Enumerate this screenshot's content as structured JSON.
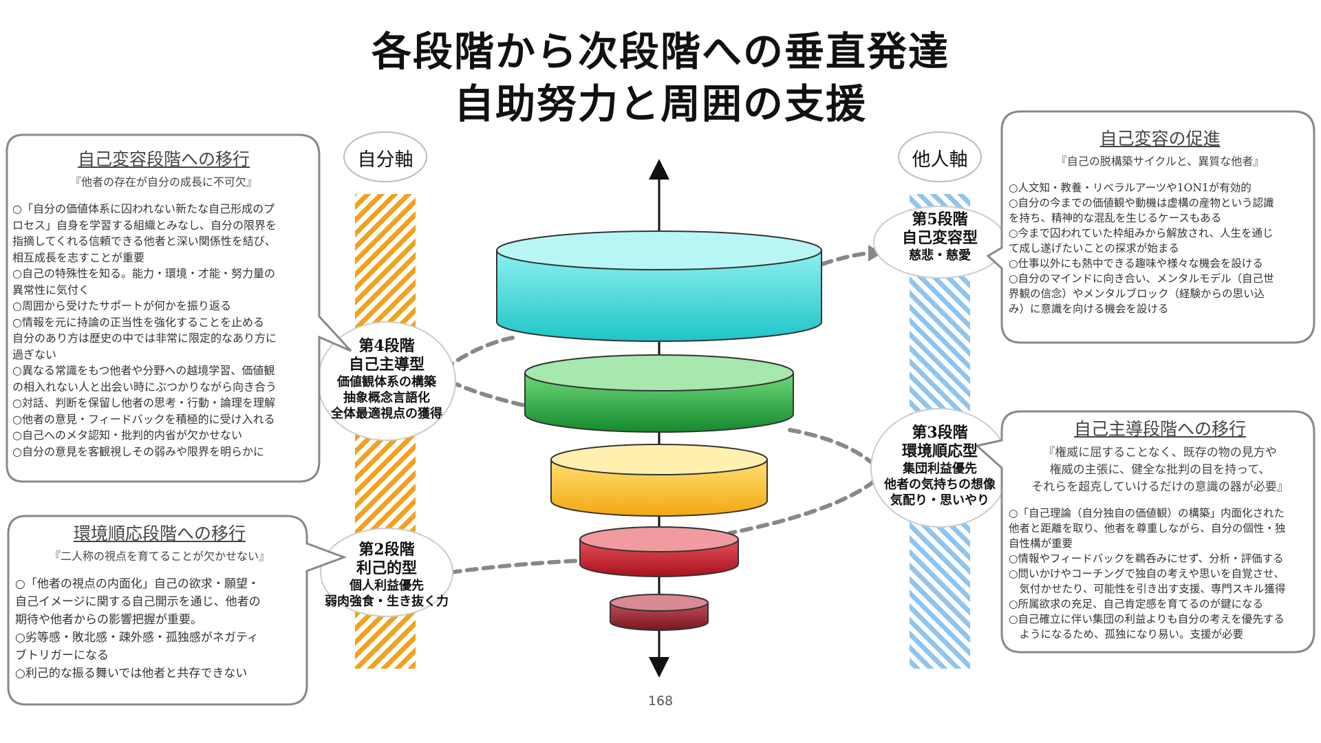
{
  "title": {
    "line1": "各段階から次段階への垂直発達",
    "line2": "自助努力と周囲の支援"
  },
  "axes": {
    "left": "自分軸",
    "right": "他人軸"
  },
  "colors": {
    "left_stripe": "#f0a21e",
    "right_stripe": "#8fc4ee",
    "disc1": "#3fd6d6",
    "disc2": "#22a83c",
    "disc3": "#f7c21e",
    "disc4": "#c8202c",
    "disc5": "#9a1e2a"
  },
  "stages": {
    "stage5": {
      "name": "第5段階",
      "type": "自己変容型",
      "lines": [
        "慈悲・慈愛"
      ]
    },
    "stage4": {
      "name": "第4段階",
      "type": "自己主導型",
      "lines": [
        "価値観体系の構築",
        "抽象概念言語化",
        "全体最適視点の獲得"
      ]
    },
    "stage3": {
      "name": "第3段階",
      "type": "環境順応型",
      "lines": [
        "集団利益優先",
        "他者の気持ちの想像",
        "気配り・思いやり"
      ]
    },
    "stage2": {
      "name": "第2段階",
      "type": "利己的型",
      "lines": [
        "個人利益優先",
        "弱肉強食・生き抜く力"
      ]
    }
  },
  "boxes": {
    "self_directed_transition": {
      "heading": "自己変容段階への移行",
      "quote": "『他者の存在が自分の成長に不可欠』",
      "items": [
        "○「自分の価値体系に囚われない新たな自己形成のプ",
        "ロセス」自身を学習する組織とみなし、自分の限界を",
        "指摘してくれる信頼できる他者と深い関係性を結び、",
        "相互成長を志すことが重要",
        "○自己の特殊性を知る。能力・環境・才能・努力量の",
        "異常性に気付く",
        "○周囲から受けたサポートが何かを振り返る",
        "○情報を元に持論の正当性を強化することを止める",
        "自分のあり方は歴史の中では非常に限定的なあり方に",
        "過ぎない",
        "○異なる常識をもつ他者や分野への越境学習、価値観",
        "の相入れない人と出会い時にぶつかりながら向き合う",
        "○対話、判断を保留し他者の思考・行動・論理を理解",
        "○他者の意見・フィードバックを積極的に受け入れる",
        "○自己へのメタ認知・批判的内省が欠かせない",
        "○自分の意見を客観視しその弱みや限界を明らかに"
      ]
    },
    "environment_transition": {
      "heading": "環境順応段階への移行",
      "quote": "『二人称の視点を育てることが欠かせない』",
      "items": [
        "○「他者の視点の内面化」自己の欲求・願望・",
        "自己イメージに関する自己開示を通じ、他者の",
        "期待や他者からの影響把握が重要。",
        "○劣等感・敗北感・疎外感・孤独感がネガティ",
        "ブトリガーになる",
        "○利己的な振る舞いでは他者と共存できない"
      ]
    },
    "self_transform_promotion": {
      "heading": "自己変容の促進",
      "quote": "『自己の脱構築サイクルと、異質な他者』",
      "items": [
        "○人文知・教養・リベラルアーツや1ON1が有効的",
        "○自分の今までの価値観や動機は虚構の産物という認識",
        "を持ち、精神的な混乱を生じるケースもある",
        "○今まで囚われていた枠組みから解放され、人生を通じ",
        "て成し遂げたいことの探求が始まる",
        "○仕事以外にも熱中できる趣味や様々な機会を設ける",
        "○自分のマインドに向き合い、メンタルモデル（自己世",
        "界観の信念）やメンタルブロック（経験からの思い込",
        "み）に意識を向ける機会を設ける"
      ]
    },
    "self_directed_stage_transition": {
      "heading": "自己主導段階への移行",
      "quote_lines": [
        "『権威に屈することなく、既存の物の見方や",
        "権威の主張に、健全な批判の目を持って、",
        "それらを超克していけるだけの意識の器が必要』"
      ],
      "items": [
        "○「自己理論（自分独自の価値観）の構築」内面化された",
        "他者と距離を取り、他者を尊重しながら、自分の個性・独",
        "自性構が重要",
        "○情報やフィードバックを鵜呑みにせず、分析・評価する",
        "○問いかけやコーチングで独自の考えや思いを自覚させ、",
        "　気付かせたり、可能性を引き出す支援、専門スキル獲得",
        "○所属欲求の充足、自己肯定感を育てるのが鍵になる",
        "○自己確立に伴い集団の利益よりも自分の考えを優先する",
        "　ようになるため、孤独になり易い。支援が必要"
      ]
    }
  },
  "page_number": "168"
}
